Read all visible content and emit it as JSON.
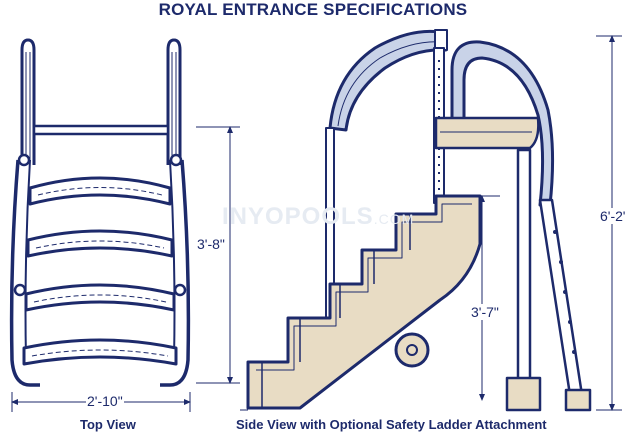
{
  "title": "ROYAL ENTRANCE SPECIFICATIONS",
  "watermark": {
    "brand": "INYOPOOLS",
    "suffix": ".COM"
  },
  "top_view": {
    "caption": "Top View",
    "width_dim": "2'-10\"",
    "height_dim": "3'-8\""
  },
  "side_view": {
    "caption": "Side View with Optional Safety Ladder Attachment",
    "overall_height_dim": "6'-2\"",
    "step_height_dim": "3'-7\""
  },
  "colors": {
    "line": "#1d2a6b",
    "fill_light": "#e8dcc4",
    "fill_blue": "#c9d3e8"
  }
}
